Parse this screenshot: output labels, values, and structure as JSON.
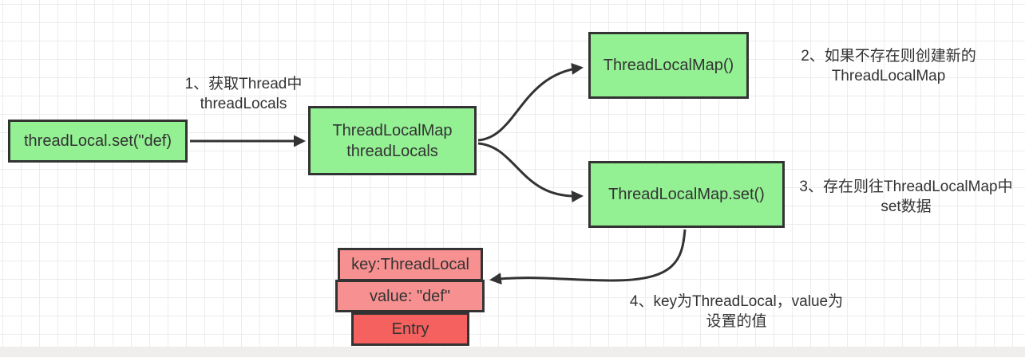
{
  "colors": {
    "node_green": "#93f093",
    "node_pink": "#f79090",
    "node_red": "#f4615e",
    "border": "#333333",
    "arrow": "#333333",
    "text": "#333333",
    "grid": "#ececec",
    "bar": "#efeeec"
  },
  "nodes": {
    "start": {
      "label": "threadLocal.set(\"def)"
    },
    "map": {
      "line1": "ThreadLocalMap",
      "line2": "threadLocals"
    },
    "ctor": {
      "label": "ThreadLocalMap()"
    },
    "set": {
      "label": "ThreadLocalMap.set()"
    },
    "entry_key": {
      "label": "key:ThreadLocal"
    },
    "entry_value": {
      "label": "value: \"def\""
    },
    "entry": {
      "label": "Entry"
    }
  },
  "notes": {
    "n1": {
      "line1": "1、获取Thread中",
      "line2": "threadLocals"
    },
    "n2": {
      "line1": "2、如果不存在则创建新的",
      "line2": "ThreadLocalMap"
    },
    "n3": {
      "line1": "3、存在则往ThreadLocalMap中",
      "line2": "set数据"
    },
    "n4": {
      "line1": "4、key为ThreadLocal，value为",
      "line2": "设置的值"
    }
  }
}
